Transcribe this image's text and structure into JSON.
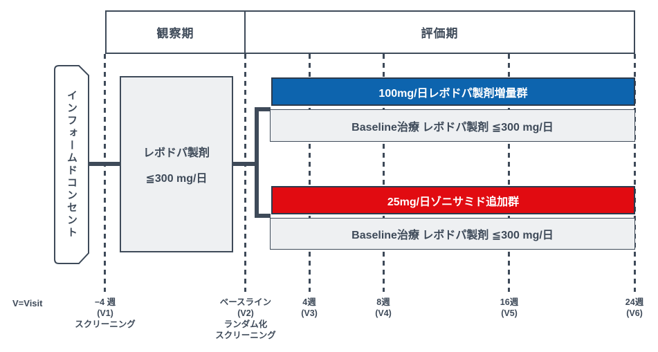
{
  "colors": {
    "navy": "#3e4a59",
    "blue": "#0d64ae",
    "red": "#e10b11",
    "bar_gray": "#eef0f2"
  },
  "header": {
    "observation_label": "観察期",
    "evaluation_label": "評価期"
  },
  "informed_consent": {
    "label": "インフォームドコンセント"
  },
  "run_in_box": {
    "line1": "レボドパ製剤",
    "line2": "≦300 mg/日"
  },
  "arms": [
    {
      "label": "100mg/日レボドパ製剤増量群",
      "color": "#0d64ae",
      "baseline_label": "Baseline治療 レボドパ製剤 ≦300 mg/日"
    },
    {
      "label": "25mg/日ゾニサミド追加群",
      "color": "#e10b11",
      "baseline_label": "Baseline治療 レボドパ製剤 ≦300 mg/日"
    }
  ],
  "timeline": {
    "legend": "V=Visit",
    "visits": [
      {
        "id": "V1",
        "lines": [
          "−4 週",
          "(V1)",
          "スクリーニング"
        ]
      },
      {
        "id": "V2",
        "lines": [
          "ベースライン",
          "(V2)",
          "ランダム化",
          "スクリーニング"
        ]
      },
      {
        "id": "V3",
        "lines": [
          "4週",
          "(V3)"
        ]
      },
      {
        "id": "V4",
        "lines": [
          "8週",
          "(V4)"
        ]
      },
      {
        "id": "V5",
        "lines": [
          "16週",
          "(V5)"
        ]
      },
      {
        "id": "V6",
        "lines": [
          "24週",
          "(V6)"
        ]
      }
    ]
  }
}
